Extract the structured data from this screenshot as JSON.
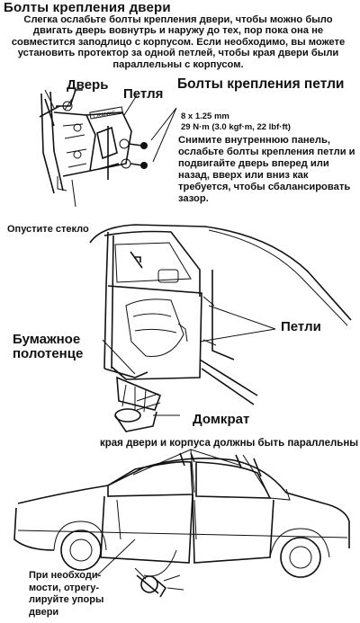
{
  "title": "Болты крепления двери",
  "intro": "Слегка ослабьте болты крепления двери, чтобы можно было двигать дверь вовнутрь и наружу до тех, пор пока она не совместится заподлицо с корпусом. Если необходимо, вы можете установить протектор за одной петлей, чтобы края двери были параллельны с корпусом.",
  "fig1": {
    "label_door": "Дверь",
    "label_hinge": "Петля",
    "heading": "Болты крепления петли",
    "spec_size": "8 x 1.25 mm",
    "spec_torque": "29 N·m (3.0 kgf·m, 22 lbf·ft)",
    "note": "Снимите внутреннюю панель, ослабьте болты крепления петли и подвигайте дверь вперед или назад, вверх или вниз как требуется, чтобы сбалансировать зазор."
  },
  "fig2": {
    "label_glass": "Опустите стекло",
    "label_hinges": "Петли",
    "label_towel": "Бумажное полотенце",
    "label_jack": "Домкрат"
  },
  "fig3": {
    "caption": "края двери и корпуса должны быть параллельны",
    "note": "При необходи-мости, отрегу-лируйте упоры двери"
  },
  "colors": {
    "ink": "#111111",
    "paper": "#ffffff"
  }
}
